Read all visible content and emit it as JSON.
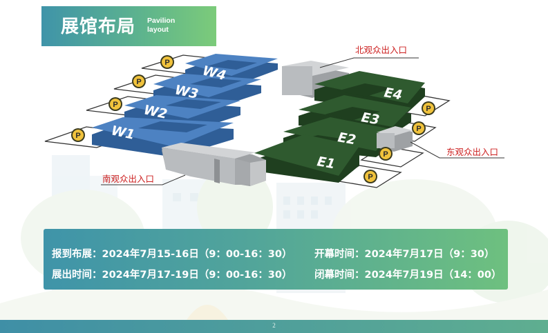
{
  "header": {
    "title": "展馆布局",
    "subtitle_line1": "Pavilion",
    "subtitle_line2": "layout"
  },
  "colors": {
    "west_hall": "#4a7fbf",
    "east_hall": "#2f5a2f",
    "entrance_block": "#b9bcbf",
    "parking_badge": "#f0c23c",
    "entrance_label": "#cc1f1f",
    "banner_start": "#3f94a9",
    "banner_end": "#7ccb7a"
  },
  "halls": {
    "west": [
      "W4",
      "W3",
      "W2",
      "W1"
    ],
    "east": [
      "E4",
      "E3",
      "E2",
      "E1"
    ]
  },
  "parking": {
    "icon": "parking-icon",
    "label": "P"
  },
  "entrances": {
    "north": "北观众出入口",
    "east": "东观众出入口",
    "south": "南观众出入口"
  },
  "schedule": {
    "setup": "报到布展：2024年7月15-16日（9：00-16：30）",
    "opening": "开幕时间：2024年7月17日（9：30）",
    "exhibition": "展出时间：2024年7月17-19日（9：00-16：30）",
    "closing": "闭幕时间：2024年7月19日（14：00）"
  },
  "footer": {
    "page_number": "2"
  }
}
